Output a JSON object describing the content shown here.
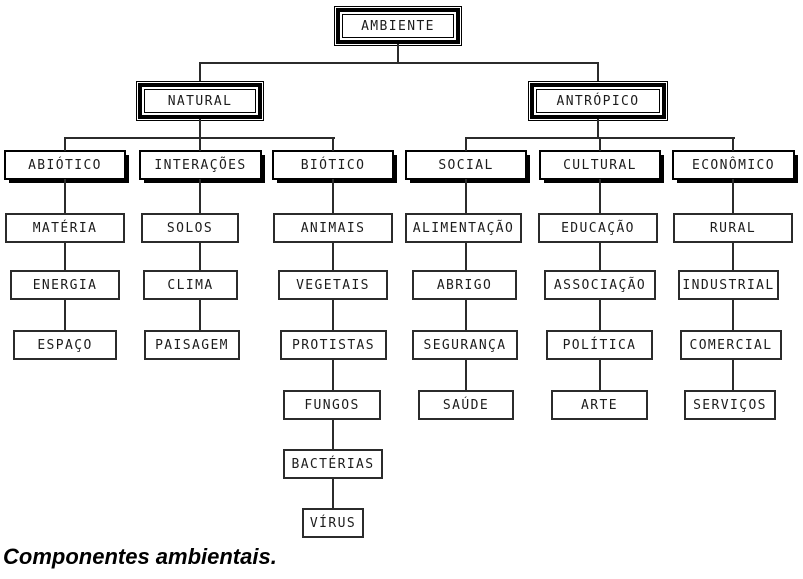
{
  "root": {
    "label": "AMBIENTE"
  },
  "branches": [
    {
      "label": "NATURAL",
      "children": [
        {
          "label": "ABIÓTICO",
          "items": [
            "MATÉRIA",
            "ENERGIA",
            "ESPAÇO"
          ]
        },
        {
          "label": "INTERAÇÕES",
          "items": [
            "SOLOS",
            "CLIMA",
            "PAISAGEM"
          ]
        },
        {
          "label": "BIÓTICO",
          "items": [
            "ANIMAIS",
            "VEGETAIS",
            "PROTISTAS",
            "FUNGOS",
            "BACTÉRIAS",
            "VÍRUS"
          ]
        }
      ]
    },
    {
      "label": "ANTRÓPICO",
      "children": [
        {
          "label": "SOCIAL",
          "items": [
            "ALIMENTAÇÃO",
            "ABRIGO",
            "SEGURANÇA",
            "SAÚDE"
          ]
        },
        {
          "label": "CULTURAL",
          "items": [
            "EDUCAÇÃO",
            "ASSOCIAÇÃO",
            "POLÍTICA",
            "ARTE"
          ]
        },
        {
          "label": "ECONÔMICO",
          "items": [
            "RURAL",
            "INDUSTRIAL",
            "COMERCIAL",
            "SERVIÇOS"
          ]
        }
      ]
    }
  ],
  "caption": "Componentes ambientais.",
  "colors": {
    "line": "#2b2b2b",
    "border": "#000000",
    "background": "#ffffff"
  }
}
